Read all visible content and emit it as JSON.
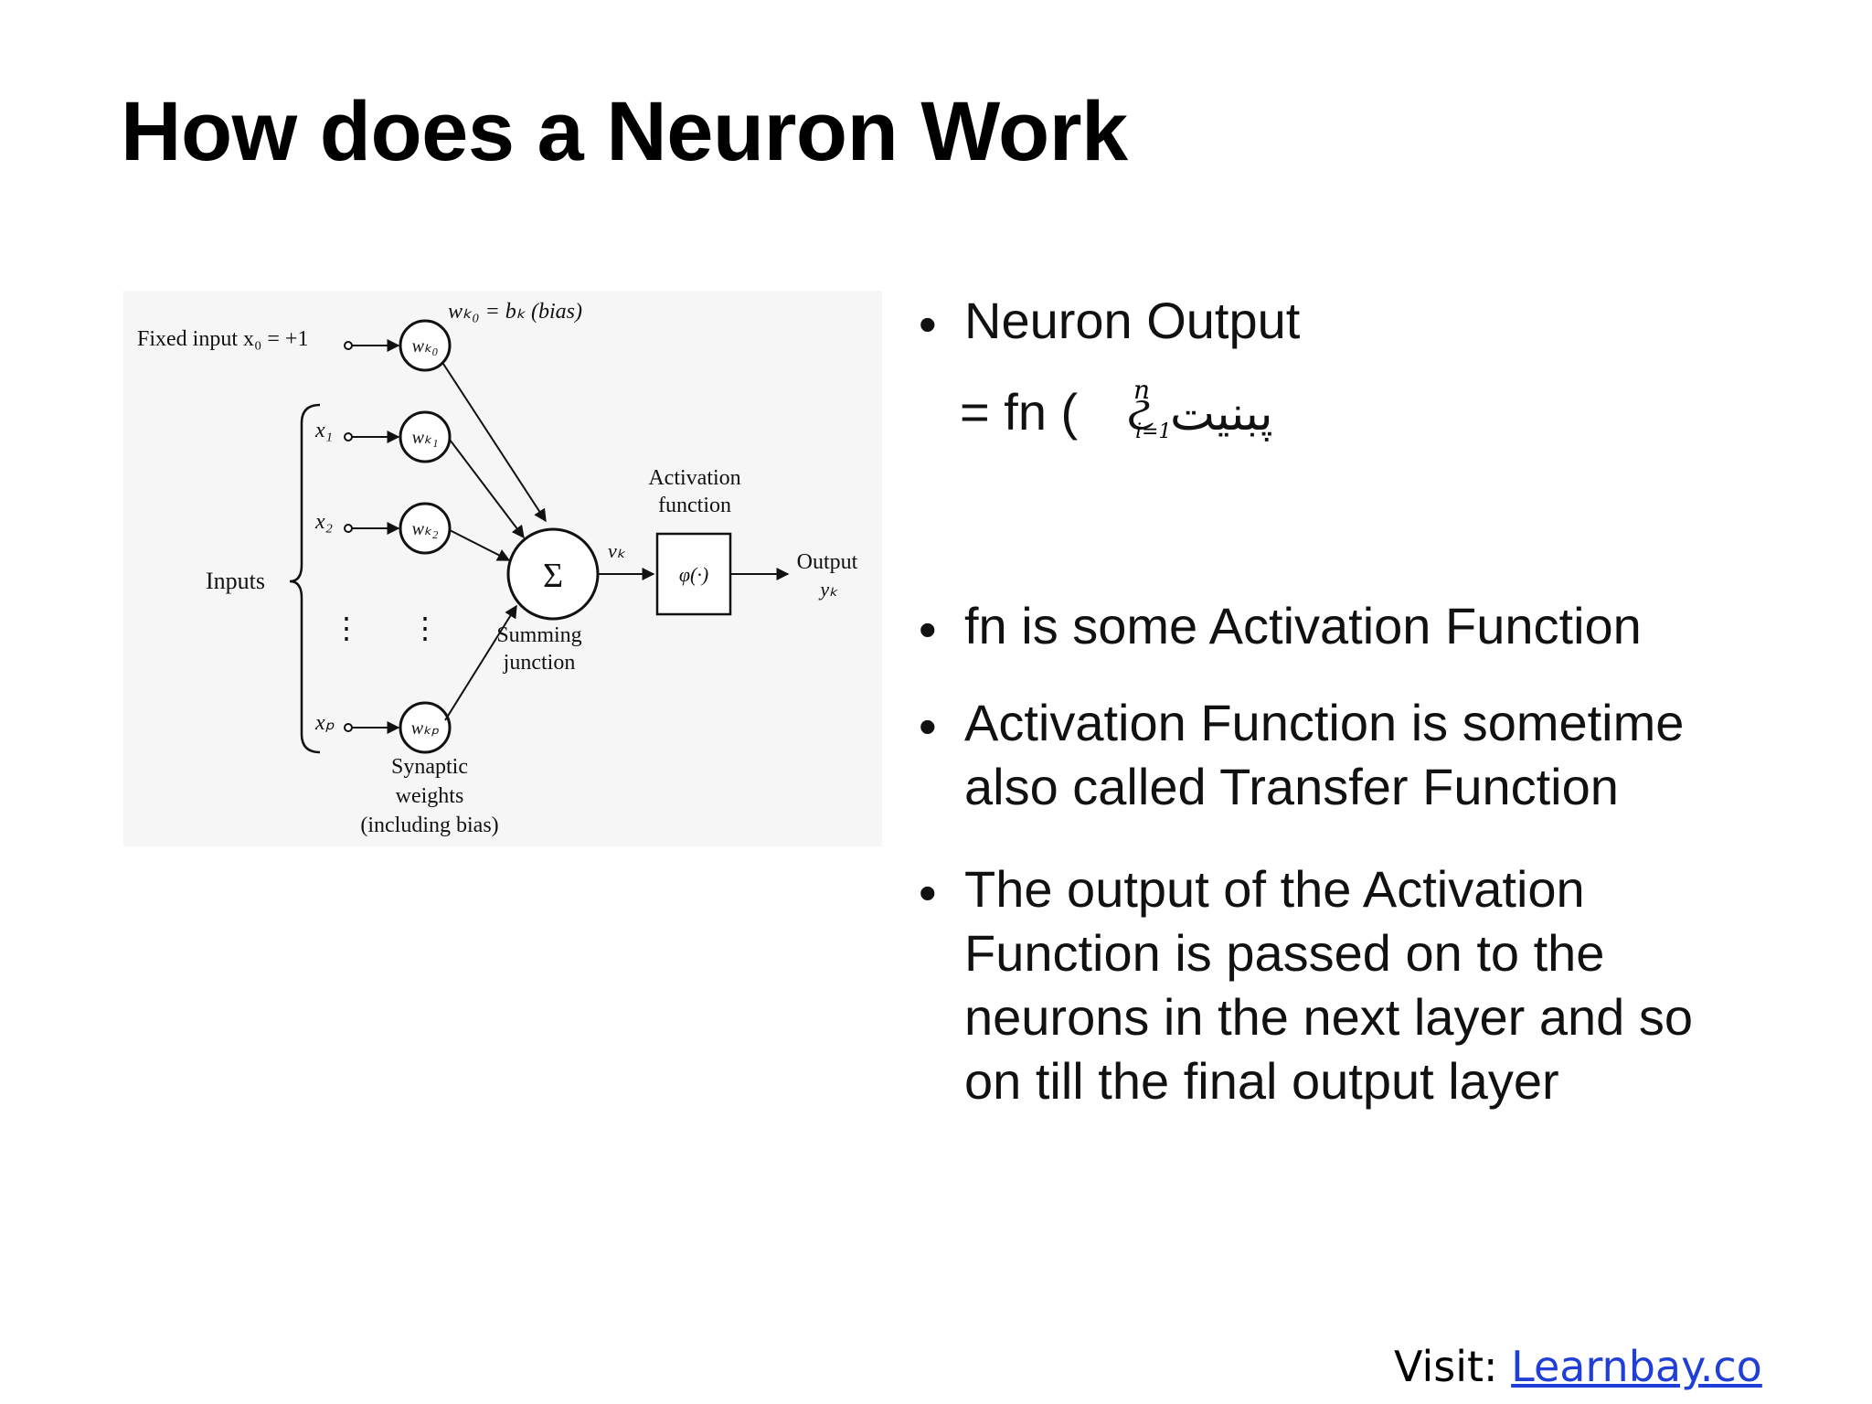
{
  "slide": {
    "title": "How does a Neuron Work"
  },
  "diagram": {
    "fixed_input": "Fixed input x₀ = +1",
    "bias_label": "wₖ₀ = bₖ (bias)",
    "inputs_label": "Inputs",
    "x_labels": [
      "x₁",
      "x₂",
      "xₚ"
    ],
    "w_labels": [
      "wₖ₀",
      "wₖ₁",
      "wₖ₂",
      "wₖₚ"
    ],
    "synaptic_line1": "Synaptic",
    "synaptic_line2": "weights",
    "synaptic_line3": "(including bias)",
    "sigma": "Σ",
    "vk": "vₖ",
    "summing_line1": "Summing",
    "summing_line2": "junction",
    "activation_line1": "Activation",
    "activation_line2": "function",
    "phi": "φ(·)",
    "output_label": "Output",
    "yk": "yₖ"
  },
  "bullets": {
    "b1": "Neuron Output",
    "formula_prefix": "= fn (",
    "formula_sup": "n",
    "formula_sub": "i=1",
    "formula_glyphs": "ટ پبنیت",
    "b2": "fn is some Activation Function",
    "b3_line1": "Activation Function is sometime",
    "b3_line2": "also called Transfer Function",
    "b4_line1": "The output of the Activation",
    "b4_line2": "Function is passed on to the",
    "b4_line3": "neurons in the next layer and so",
    "b4_line4": "on till the final output layer"
  },
  "footer": {
    "visit": "Visit: ",
    "link": "Learnbay.co"
  }
}
